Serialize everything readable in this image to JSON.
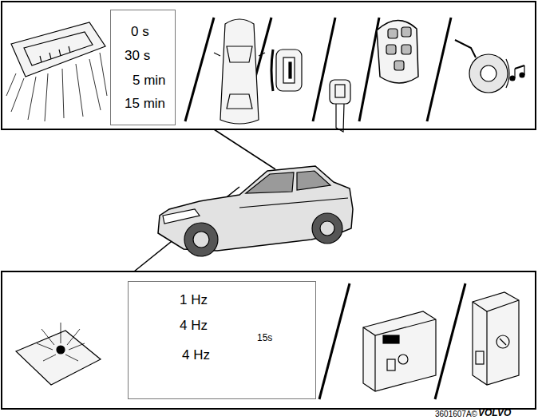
{
  "diagram": {
    "nodes": [
      {
        "text": [
          "0 s",
          "30 s",
          "5 min",
          "15 min"
        ]
      },
      {
        "text": [
          "1 Hz",
          "4 Hz",
          "4 Hz"
        ]
      }
    ],
    "labels": [
      "15s",
      "3601607A©",
      "VOLVO"
    ]
  }
}
